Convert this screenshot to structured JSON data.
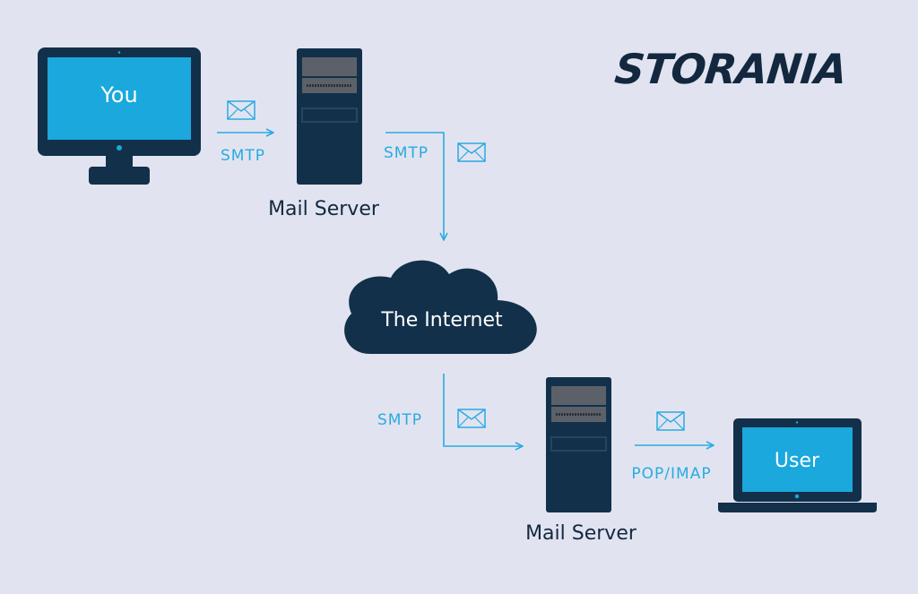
{
  "logo": {
    "text": "STORANIA"
  },
  "sender": {
    "label": "You"
  },
  "mail_server_top": {
    "label": "Mail Server"
  },
  "internet": {
    "label": "The Internet"
  },
  "mail_server_bottom": {
    "label": "Mail Server"
  },
  "receiver": {
    "label": "User"
  },
  "protocols": {
    "you_to_server": "SMTP",
    "server_to_internet": "SMTP",
    "internet_to_server": "SMTP",
    "server_to_user": "POP/IMAP"
  },
  "colors": {
    "background": "#e1e4f0",
    "device": "#13304a",
    "screen": "#1aa8dd",
    "arrow": "#2aaae2",
    "text_dark": "#13283f"
  }
}
